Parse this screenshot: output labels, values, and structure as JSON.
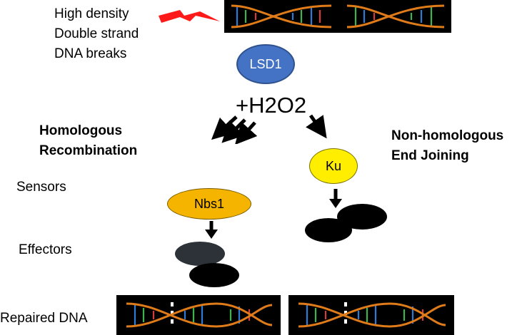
{
  "damage": {
    "line1": "High density",
    "line2": "Double strand",
    "line3": "DNA breaks"
  },
  "enzyme": {
    "label": "LSD1",
    "fill": "#4472c4"
  },
  "reactant": {
    "text": "+H2O2"
  },
  "pathways": {
    "left": {
      "line1": "Homologous",
      "line2": "Recombination"
    },
    "right": {
      "line1": "Non-homologous",
      "line2": "End Joining"
    }
  },
  "roles": {
    "sensors": "Sensors",
    "effectors": "Effectors",
    "repaired": "Repaired DNA"
  },
  "sensors": {
    "nbs1": {
      "label": "Nbs1",
      "fill": "#f4b400"
    },
    "ku": {
      "label": "Ku",
      "fill": "#ffee00"
    }
  },
  "colors": {
    "effector_dark": "#2d3138",
    "effector_black": "#000000",
    "lightning": "#ff1a1a",
    "backbone": "#e07b1a"
  }
}
